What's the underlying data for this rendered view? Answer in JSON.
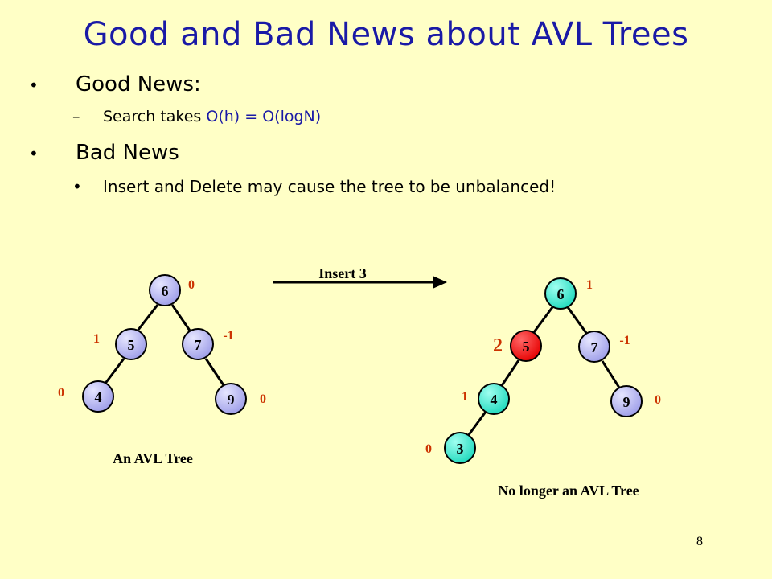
{
  "title": "Good and Bad News about AVL Trees",
  "bullets": {
    "dot": "•",
    "dash": "–",
    "good_heading": "Good News:",
    "good_detail_prefix": "Search takes ",
    "good_detail_formula": "O(h) = O(logN)",
    "bad_heading": "Bad News",
    "bad_detail": "Insert and Delete may cause the tree to be unbalanced!"
  },
  "colors": {
    "title": "#1a1aa6",
    "balance_label": "#cc3300",
    "node_lavender": "#b3b3f2",
    "node_cyan": "#33e6cc",
    "node_red": "#ff0000",
    "background": "#FFFFC6"
  },
  "left_tree": {
    "caption": "An AVL Tree",
    "nodes": [
      {
        "key": "6",
        "balance": "0"
      },
      {
        "key": "5",
        "balance": "1"
      },
      {
        "key": "7",
        "balance": "-1"
      },
      {
        "key": "4",
        "balance": "0"
      },
      {
        "key": "9",
        "balance": "0"
      }
    ]
  },
  "arrow_label": "Insert 3",
  "right_tree": {
    "caption": "No longer an AVL Tree",
    "unbalanced_balance": "2",
    "nodes": [
      {
        "key": "6",
        "balance": "1"
      },
      {
        "key": "5"
      },
      {
        "key": "7",
        "balance": "-1"
      },
      {
        "key": "4",
        "balance": "1"
      },
      {
        "key": "9",
        "balance": "0"
      },
      {
        "key": "3",
        "balance": "0"
      }
    ]
  },
  "page_number": "8"
}
